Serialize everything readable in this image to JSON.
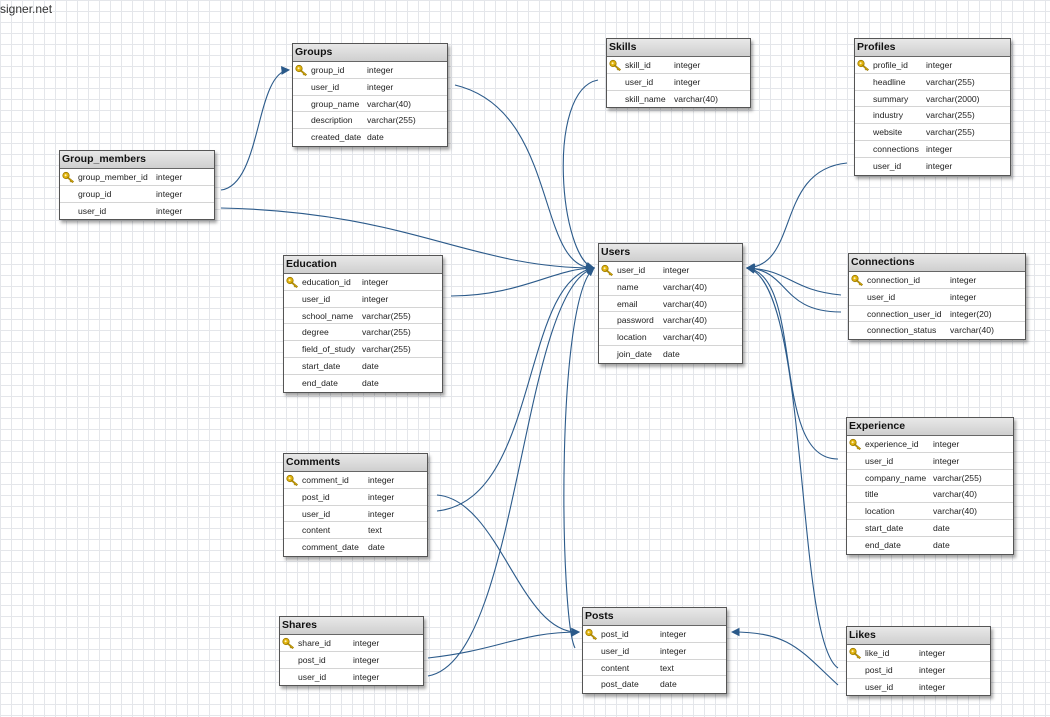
{
  "watermark": "signer.net",
  "colors": {
    "connector": "#2b5a8a",
    "header": "#d6d6d6",
    "key": "#e2b40d"
  },
  "tables": [
    {
      "name": "Groups",
      "icon": "key-icon",
      "columns": [
        {
          "name": "group_id",
          "type": "integer",
          "pk": true
        },
        {
          "name": "user_id",
          "type": "integer"
        },
        {
          "name": "group_name",
          "type": "varchar(40)"
        },
        {
          "name": "description",
          "type": "varchar(255)"
        },
        {
          "name": "created_date",
          "type": "date"
        }
      ]
    },
    {
      "name": "Skills",
      "columns": [
        {
          "name": "skill_id",
          "type": "integer",
          "pk": true
        },
        {
          "name": "user_id",
          "type": "integer"
        },
        {
          "name": "skill_name",
          "type": "varchar(40)"
        }
      ]
    },
    {
      "name": "Profiles",
      "columns": [
        {
          "name": "profile_id",
          "type": "integer",
          "pk": true
        },
        {
          "name": "headline",
          "type": "varchar(255)"
        },
        {
          "name": "summary",
          "type": "varchar(2000)"
        },
        {
          "name": "industry",
          "type": "varchar(255)"
        },
        {
          "name": "website",
          "type": "varchar(255)"
        },
        {
          "name": "connections",
          "type": "integer"
        },
        {
          "name": "user_id",
          "type": "integer"
        }
      ]
    },
    {
      "name": "Group_members",
      "columns": [
        {
          "name": "group_member_id",
          "type": "integer",
          "pk": true
        },
        {
          "name": "group_id",
          "type": "integer"
        },
        {
          "name": "user_id",
          "type": "integer"
        }
      ]
    },
    {
      "name": "Users",
      "columns": [
        {
          "name": "user_id",
          "type": "integer",
          "pk": true
        },
        {
          "name": "name",
          "type": "varchar(40)"
        },
        {
          "name": "email",
          "type": "varchar(40)"
        },
        {
          "name": "password",
          "type": "varchar(40)"
        },
        {
          "name": "location",
          "type": "varchar(40)"
        },
        {
          "name": "join_date",
          "type": "date"
        }
      ]
    },
    {
      "name": "Education",
      "columns": [
        {
          "name": "education_id",
          "type": "integer",
          "pk": true
        },
        {
          "name": "user_id",
          "type": "integer"
        },
        {
          "name": "school_name",
          "type": "varchar(255)"
        },
        {
          "name": "degree",
          "type": "varchar(255)"
        },
        {
          "name": "field_of_study",
          "type": "varchar(255)"
        },
        {
          "name": "start_date",
          "type": "date"
        },
        {
          "name": "end_date",
          "type": "date"
        }
      ]
    },
    {
      "name": "Connections",
      "columns": [
        {
          "name": "connection_id",
          "type": "integer",
          "pk": true
        },
        {
          "name": "user_id",
          "type": "integer"
        },
        {
          "name": "connection_user_id",
          "type": "integer(20)"
        },
        {
          "name": "connection_status",
          "type": "varchar(40)"
        }
      ]
    },
    {
      "name": "Experience",
      "columns": [
        {
          "name": "experience_id",
          "type": "integer",
          "pk": true
        },
        {
          "name": "user_id",
          "type": "integer"
        },
        {
          "name": "company_name",
          "type": "varchar(255)"
        },
        {
          "name": "title",
          "type": "varchar(40)"
        },
        {
          "name": "location",
          "type": "varchar(40)"
        },
        {
          "name": "start_date",
          "type": "date"
        },
        {
          "name": "end_date",
          "type": "date"
        }
      ]
    },
    {
      "name": "Comments",
      "columns": [
        {
          "name": "comment_id",
          "type": "integer",
          "pk": true
        },
        {
          "name": "post_id",
          "type": "integer"
        },
        {
          "name": "user_id",
          "type": "integer"
        },
        {
          "name": "content",
          "type": "text"
        },
        {
          "name": "comment_date",
          "type": "date"
        }
      ]
    },
    {
      "name": "Shares",
      "columns": [
        {
          "name": "share_id",
          "type": "integer",
          "pk": true
        },
        {
          "name": "post_id",
          "type": "integer"
        },
        {
          "name": "user_id",
          "type": "integer"
        }
      ]
    },
    {
      "name": "Posts",
      "columns": [
        {
          "name": "post_id",
          "type": "integer",
          "pk": true
        },
        {
          "name": "user_id",
          "type": "integer"
        },
        {
          "name": "content",
          "type": "text"
        },
        {
          "name": "post_date",
          "type": "date"
        }
      ]
    },
    {
      "name": "Likes",
      "columns": [
        {
          "name": "like_id",
          "type": "integer",
          "pk": true
        },
        {
          "name": "post_id",
          "type": "integer"
        },
        {
          "name": "user_id",
          "type": "integer"
        }
      ]
    }
  ]
}
